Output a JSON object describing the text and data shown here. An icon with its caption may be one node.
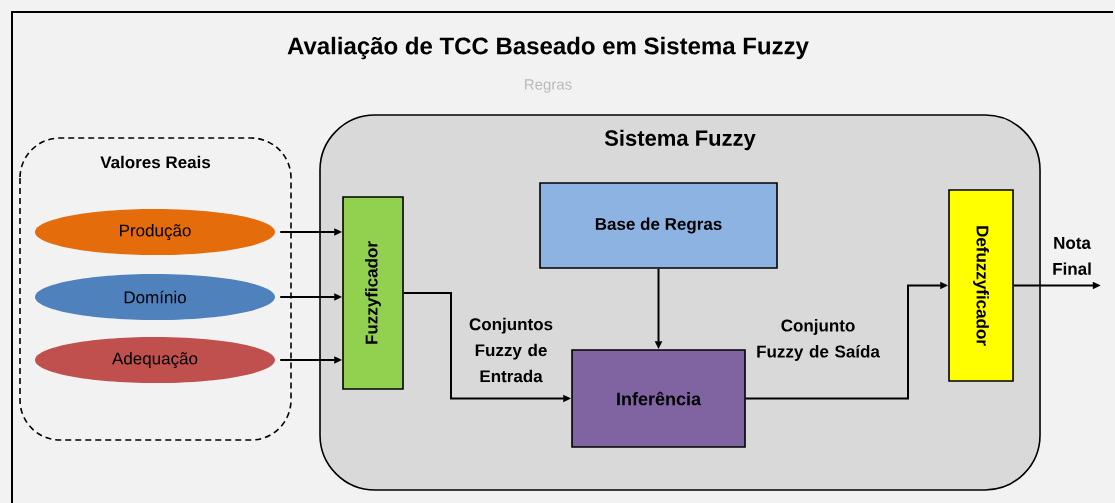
{
  "diagram": {
    "title": "Avaliação de TCC Baseado em Sistema Fuzzy",
    "nodes": [
      {
        "text": [
          "Valores Reais"
        ]
      },
      {
        "text": [
          "Produção"
        ],
        "in": 0
      },
      {
        "text": [
          "Domínio"
        ],
        "in": 0
      },
      {
        "text": [
          "Adequação"
        ],
        "in": 0
      },
      {
        "text": [
          "Sistema Fuzzy"
        ]
      },
      {
        "text": [
          "Fuzzyficador"
        ],
        "in": 4
      },
      {
        "text": [
          "Base de Regras"
        ],
        "in": 4
      },
      {
        "text": [
          "Inferência"
        ],
        "in": 4
      },
      {
        "text": [
          "Defuzzyficador"
        ],
        "in": 4
      }
    ],
    "edges": [
      {
        "from": 1,
        "to": 5,
        "arrow": "to"
      },
      {
        "from": 2,
        "to": 5,
        "arrow": "to"
      },
      {
        "from": 3,
        "to": 5,
        "arrow": "to"
      },
      {
        "from": 5,
        "to": 7,
        "arrow": "to",
        "label": "Conjuntos Fuzzy de Entrada"
      },
      {
        "from": 6,
        "to": 7,
        "arrow": "to"
      },
      {
        "from": 7,
        "to": 8,
        "arrow": "to",
        "label": "Conjunto Fuzzy de Saída"
      },
      {
        "from": 8,
        "to": null,
        "arrow": "to",
        "label": "Nota Final"
      }
    ],
    "labels": [
      "Regras"
    ]
  }
}
